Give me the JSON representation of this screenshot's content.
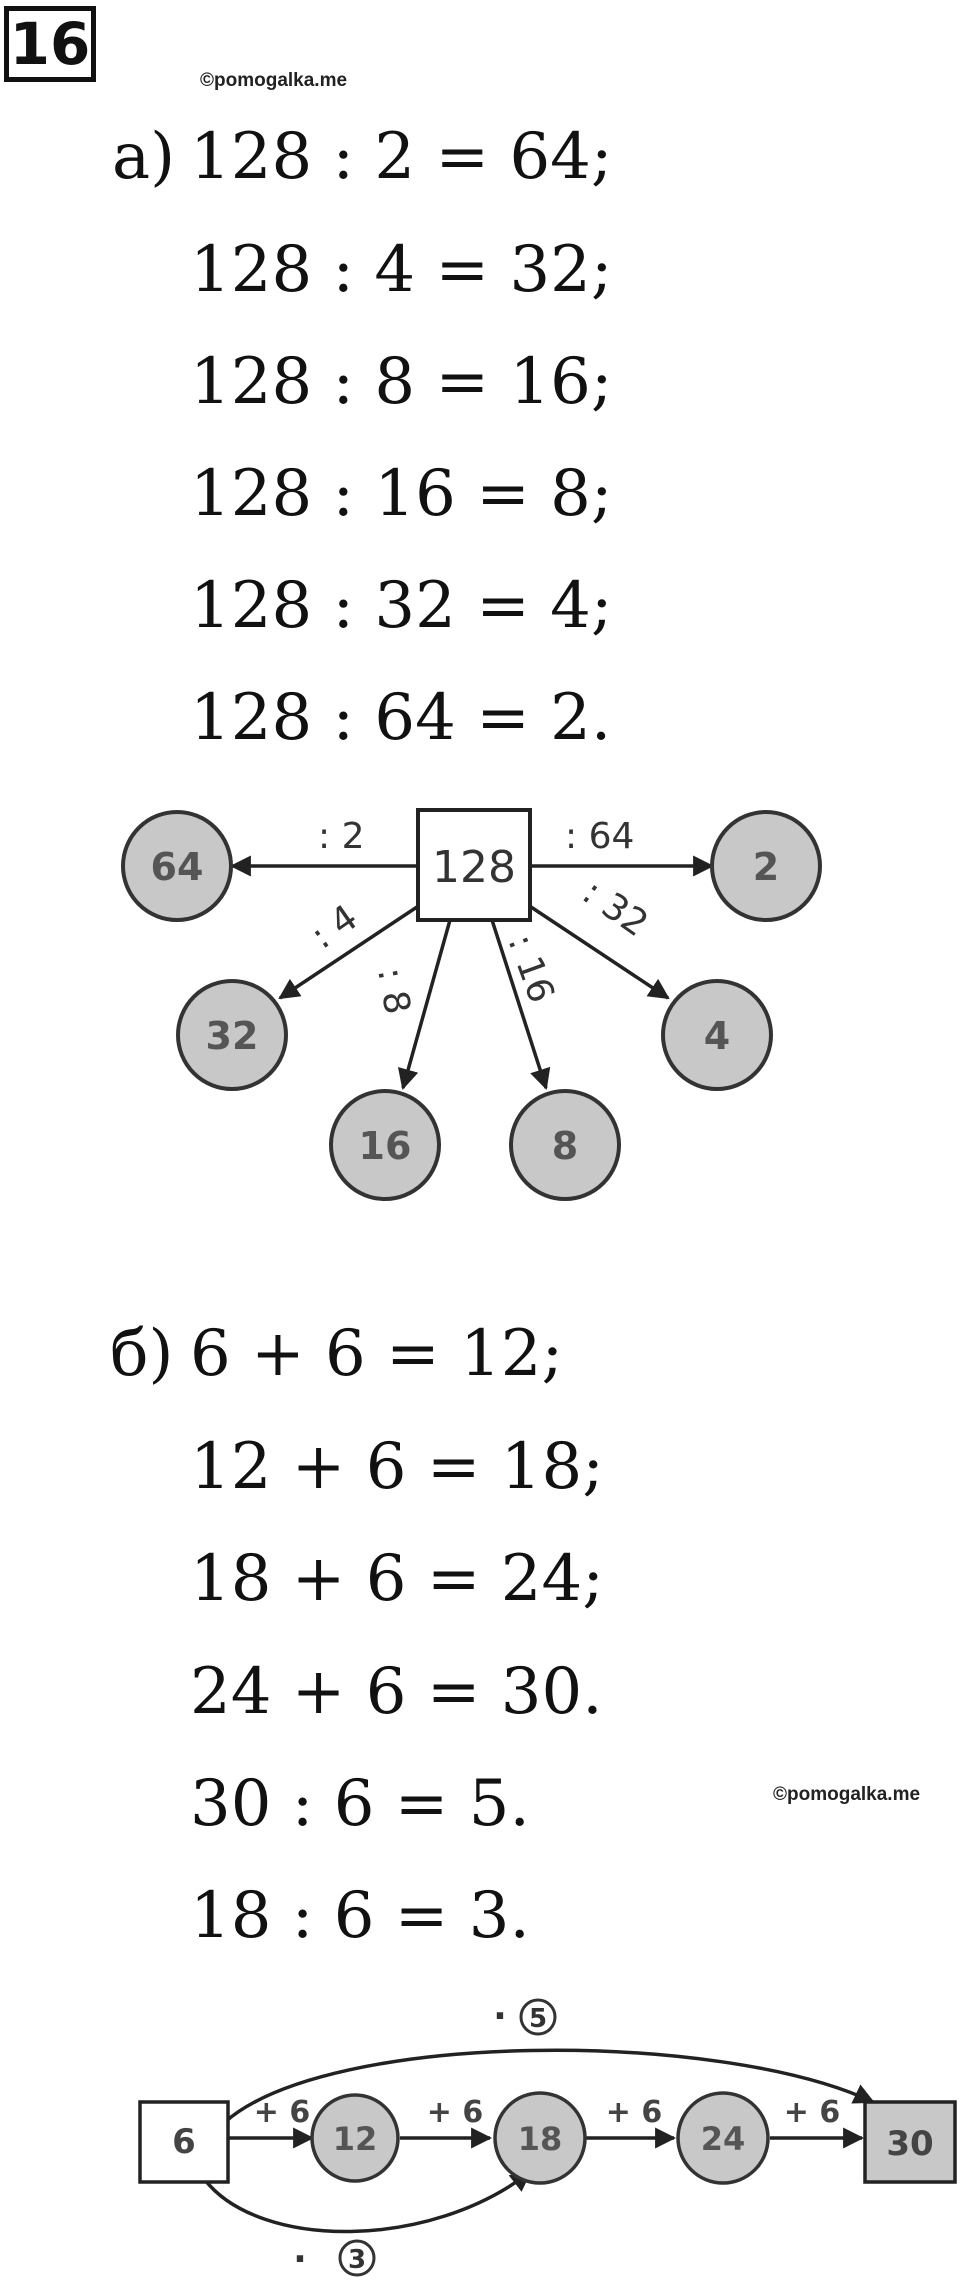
{
  "task_number": "16",
  "watermark": "©pomogalka.me",
  "part_a": {
    "label": "а)",
    "lines": [
      "128 : 2 = 64;",
      "128 : 4 = 32;",
      "128 : 8 = 16;",
      "128 : 16 = 8;",
      "128 : 32 = 4;",
      "128 : 64 = 2."
    ]
  },
  "diagram_a": {
    "center": "128",
    "nodes": [
      {
        "value": "64",
        "op": ": 2"
      },
      {
        "value": "32",
        "op": ": 4"
      },
      {
        "value": "16",
        "op": ": 8"
      },
      {
        "value": "8",
        "op": ": 16"
      },
      {
        "value": "4",
        "op": ": 32"
      },
      {
        "value": "2",
        "op": ": 64"
      }
    ]
  },
  "part_b": {
    "label": "б)",
    "lines": [
      "6 + 6 = 12;",
      "12 + 6 = 18;",
      "18 + 6 = 24;",
      "24 + 6 = 30.",
      "30 : 6 = 5.",
      "18 : 6 = 3."
    ]
  },
  "diagram_b": {
    "start": "6",
    "end": "30",
    "circles": [
      "12",
      "18",
      "24"
    ],
    "step_op": "+ 6",
    "top_op": "·",
    "top_num": "5",
    "bottom_op": "·",
    "bottom_num": "3"
  }
}
